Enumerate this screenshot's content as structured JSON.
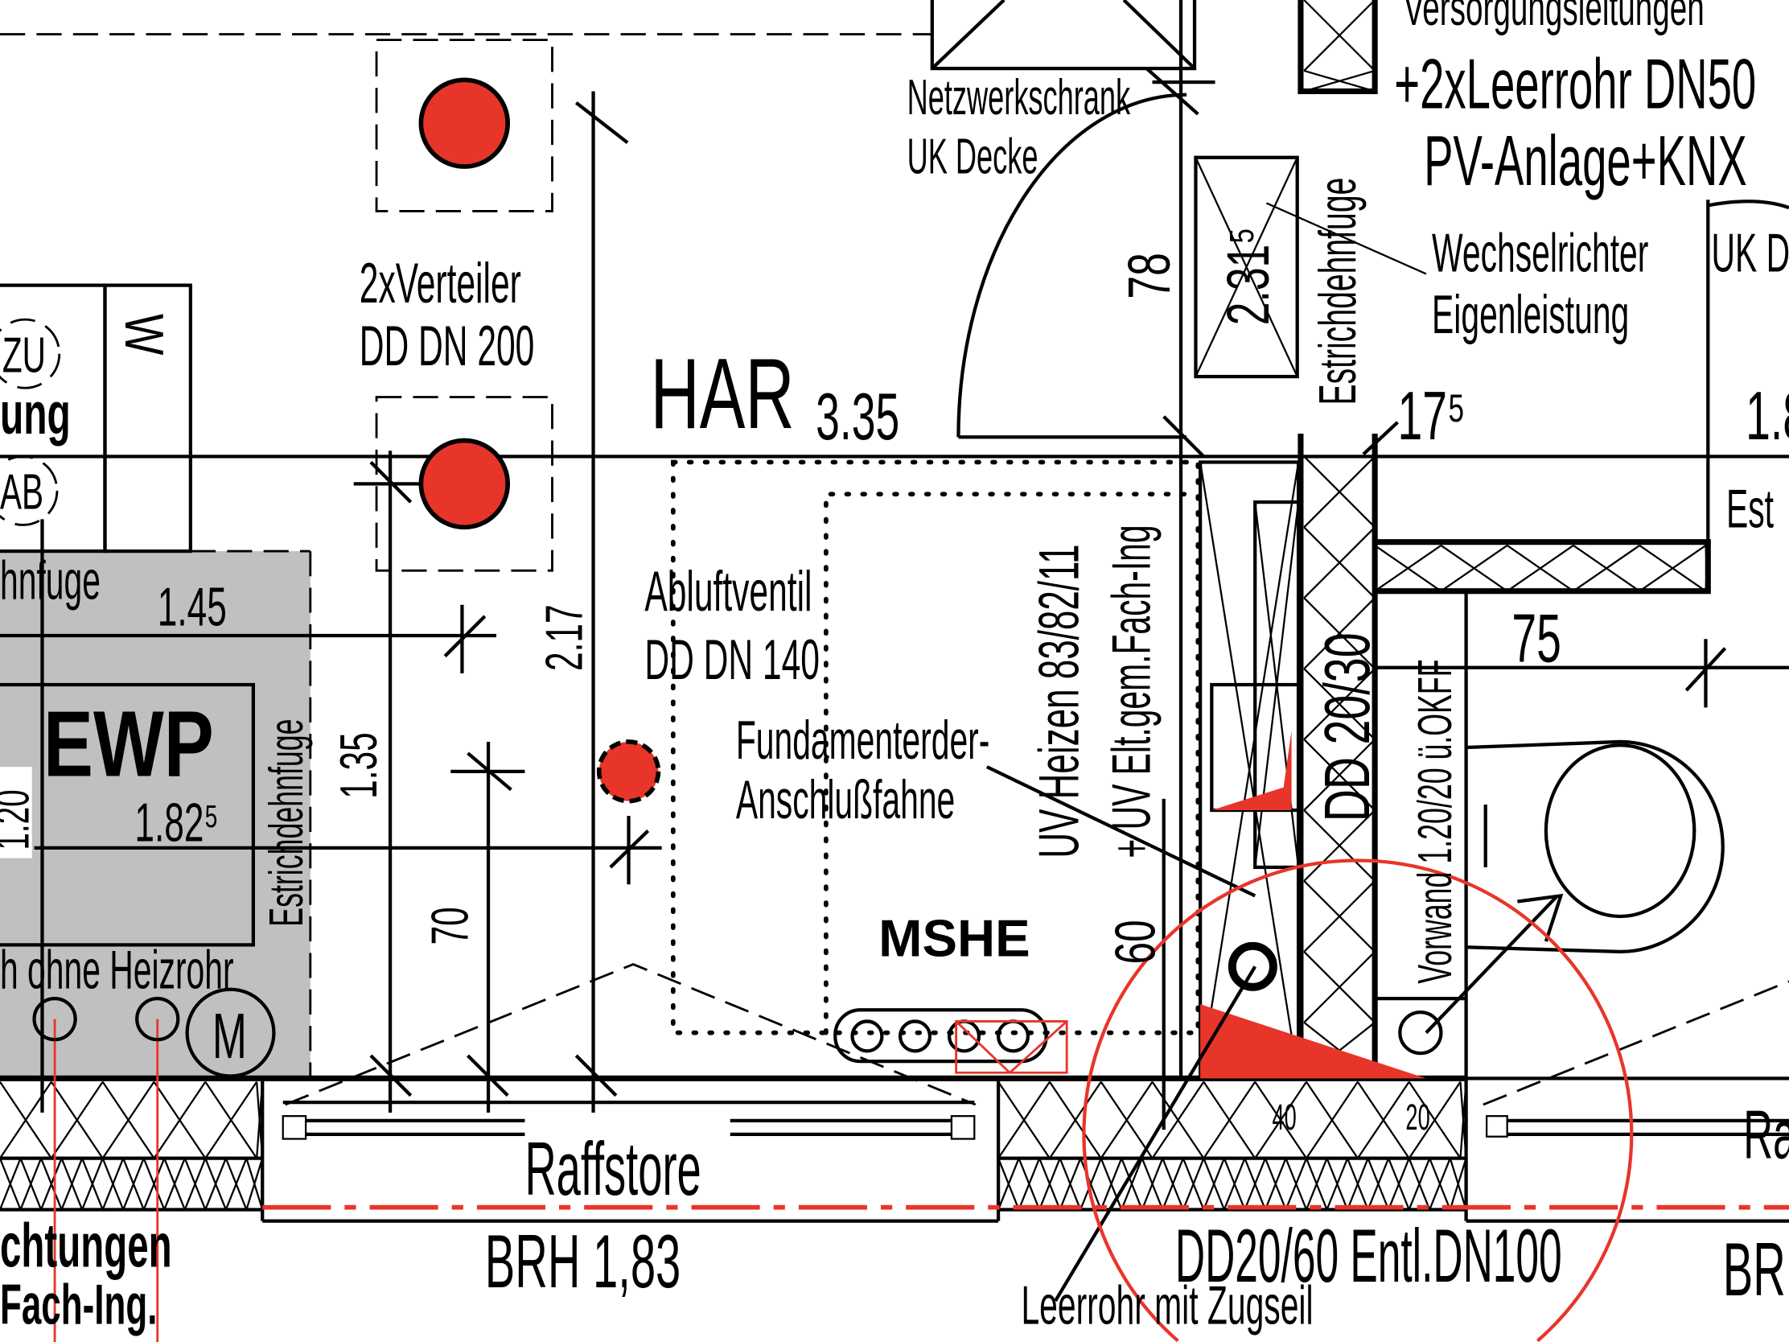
{
  "colors": {
    "accent_red": "#e8352a",
    "grey_area": "#c0c0c0",
    "line": "#000000"
  },
  "labels": {
    "versorgung": "Versorgungsleitungen",
    "leerrohr": "+2xLeerrohr  DN50",
    "pv": "PV-Anlage+KNX",
    "netzwerk": "Netzwerkschrank",
    "uk_decke": "UK  Decke",
    "wechselrichter": "Wechselrichter",
    "eigenleistung": "Eigenleistung",
    "uk_d": "UK  D",
    "estrich_right": "Estrichdehnfuge",
    "dim_78": "78",
    "dim_2315": "2.31⁵",
    "dim_175": "17⁵",
    "dim_18": "1.8",
    "est": "Est",
    "har": "HAR",
    "har_area": "3.35",
    "verteiler_1": "2xVerteiler",
    "verteiler_2": "DD  DN  200",
    "abluft_1": "Abluftventil",
    "abluft_2": "DD  DN  140",
    "fund_1": "Fundamenterder-",
    "fund_2": "Anschlußfahne",
    "uv_heizen": "UV  Heizen  83/82/11",
    "uv_elt": "+ UV  Elt.gem.Fach-Ing",
    "dim_60": "60",
    "mshe": "MSHE",
    "dd2030": "DD  20/30",
    "vorwand": "Vorwand  1.20/20  ü.OKFF",
    "dim_75": "75",
    "dim_217": "2.17",
    "dim_135": "1.35",
    "dim_70": "70",
    "dim_145": "1.45",
    "dim_1825": "1.82⁵",
    "ewp": "EWP",
    "dim_120": "1.20",
    "estrich_left": "Estrichdehnfuge",
    "hnfuge": "hnfuge",
    "ung": "ung",
    "zu": "ZU",
    "ab": "AB",
    "w": "W",
    "ohne_heizrohr": "h  ohne  Heizrohr",
    "m": "M",
    "raffstore": "Raffstore",
    "brh": "BRH  1,83",
    "dd2060": "DD20/60  Entl.DN100",
    "br": "BR",
    "ra": "Ra",
    "zugseil": "Leerrohr  mit  Zugseil",
    "dim_40": "40",
    "dim_20": "20",
    "chtungen": "chtungen",
    "fach_ing": "Fach-Ing."
  }
}
